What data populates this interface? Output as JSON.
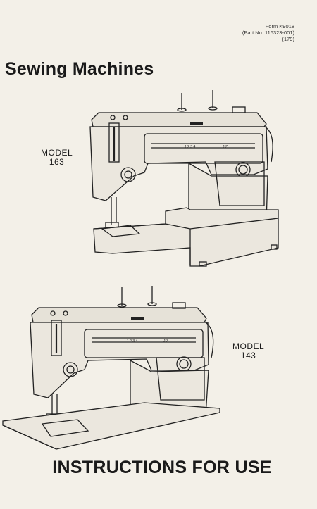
{
  "form_info": {
    "form_number": "Form K9018",
    "part_number": "(Part No. 116323-001)",
    "code": "(179)"
  },
  "title": "Sewing Machines",
  "models": [
    {
      "label": "MODEL",
      "number": "163"
    },
    {
      "label": "MODEL",
      "number": "143"
    }
  ],
  "footer_title": "INSTRUCTIONS FOR USE"
}
